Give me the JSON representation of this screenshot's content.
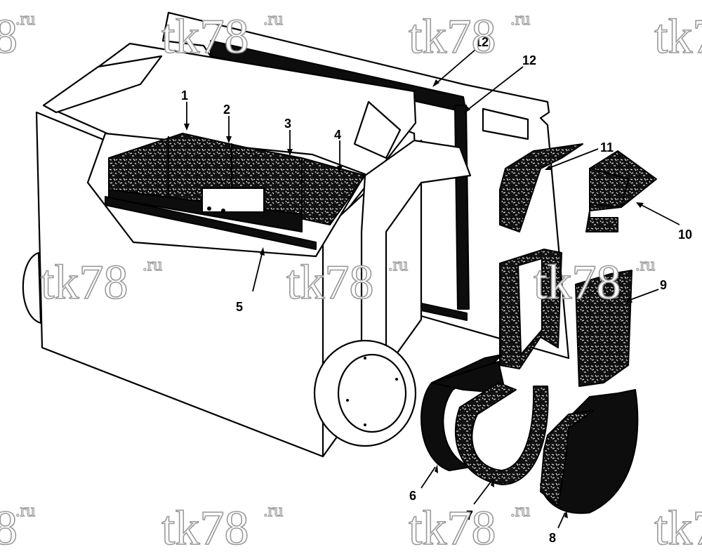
{
  "callouts": [
    {
      "id": "1",
      "label": "1"
    },
    {
      "id": "2",
      "label": "2"
    },
    {
      "id": "3",
      "label": "3"
    },
    {
      "id": "4",
      "label": "4"
    },
    {
      "id": "5",
      "label": "5"
    },
    {
      "id": "6",
      "label": "6"
    },
    {
      "id": "7",
      "label": "7"
    },
    {
      "id": "8",
      "label": "8"
    },
    {
      "id": "9",
      "label": "9"
    },
    {
      "id": "10",
      "label": "10"
    },
    {
      "id": "11",
      "label": "11"
    },
    {
      "id": "12a",
      "label": "12"
    },
    {
      "id": "12b",
      "label": "12"
    }
  ],
  "watermark": {
    "main": "tk78",
    "suffix": ".ru",
    "partial": "8"
  },
  "colors": {
    "ink": "#000000",
    "paper": "#ffffff",
    "watermark": "#9a9a9a"
  }
}
